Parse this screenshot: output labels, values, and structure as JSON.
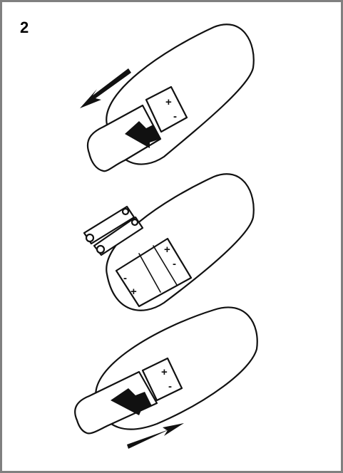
{
  "step": {
    "number": "2"
  },
  "panels": [
    {
      "name": "remove-cover",
      "icon": "slide-cover-off",
      "arrow": "down-left"
    },
    {
      "name": "insert-batteries",
      "icon": "batteries",
      "battery_polarity": [
        "+",
        "-",
        "-",
        "+"
      ]
    },
    {
      "name": "replace-cover",
      "icon": "slide-cover-on",
      "arrow": "up-right"
    }
  ],
  "colors": {
    "border": "#808080",
    "ink": "#111111",
    "background": "#ffffff"
  }
}
